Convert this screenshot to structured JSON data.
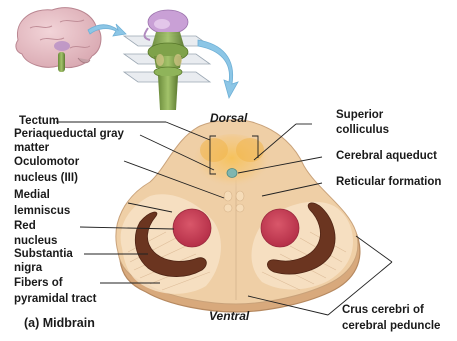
{
  "orientation": {
    "dorsal": "Dorsal",
    "ventral": "Ventral"
  },
  "caption": "(a) Midbrain",
  "left_labels": {
    "tectum": "Tectum",
    "periaqueductal_1": "Periaqueductal gray",
    "periaqueductal_2": "matter",
    "oculomotor_1": "Oculomotor",
    "oculomotor_2": "nucleus (III)",
    "medial_1": "Medial",
    "medial_2": "lemniscus",
    "red_1": "Red",
    "red_2": "nucleus",
    "substantia_1": "Substantia",
    "substantia_2": "nigra",
    "fibers_1": "Fibers of",
    "fibers_2": "pyramidal tract"
  },
  "right_labels": {
    "superior_1": "Superior",
    "superior_2": "colliculus",
    "aqueduct": "Cerebral aqueduct",
    "reticular": "Reticular formation",
    "crus_1": "Crus cerebri of",
    "crus_2": "cerebral peduncle"
  },
  "colors": {
    "tissue": "#efcfa6",
    "tissue_outline": "#c9a27a",
    "tectum_glow": "#f1b54a",
    "red_nucleus": "#c9425a",
    "substantia_nigra": "#6b3520",
    "crus_fibers": "#f7e2c6",
    "aqueduct": "#7fb6b0",
    "arrow": "#8cc6e6",
    "leader": "#222222"
  }
}
